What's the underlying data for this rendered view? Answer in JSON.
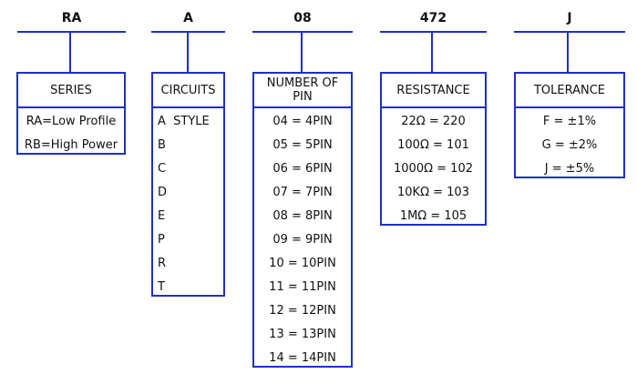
{
  "columns": [
    {
      "code": "RA",
      "header": "SERIES",
      "options": [
        "RA=Low Profile",
        "RB=High Power"
      ]
    },
    {
      "code": "A",
      "header": "CIRCUITS",
      "options": [
        "A  STYLE",
        "B",
        "C",
        "D",
        "E",
        "P",
        "R",
        "T"
      ]
    },
    {
      "code": "08",
      "header": "NUMBER OF PIN",
      "options": [
        "04 = 4PIN",
        "05 = 5PIN",
        "06 = 6PIN",
        "07 = 7PIN",
        "08 = 8PIN",
        "09 = 9PIN",
        "10 = 10PIN",
        "11 = 11PIN",
        "12 = 12PIN",
        "13 = 13PIN",
        "14 = 14PIN"
      ]
    },
    {
      "code": "472",
      "header": "RESISTANCE",
      "options": [
        "22Ω = 220",
        "100Ω = 101",
        "1000Ω = 102",
        "10KΩ = 103",
        "1MΩ = 105"
      ]
    },
    {
      "code": "J",
      "header": "TOLERANCE",
      "options": [
        "F = ±1%",
        "G = ±2%",
        "J = ±5%"
      ]
    }
  ],
  "colors": {
    "line": "#1f2fc8",
    "text": "#111111"
  }
}
